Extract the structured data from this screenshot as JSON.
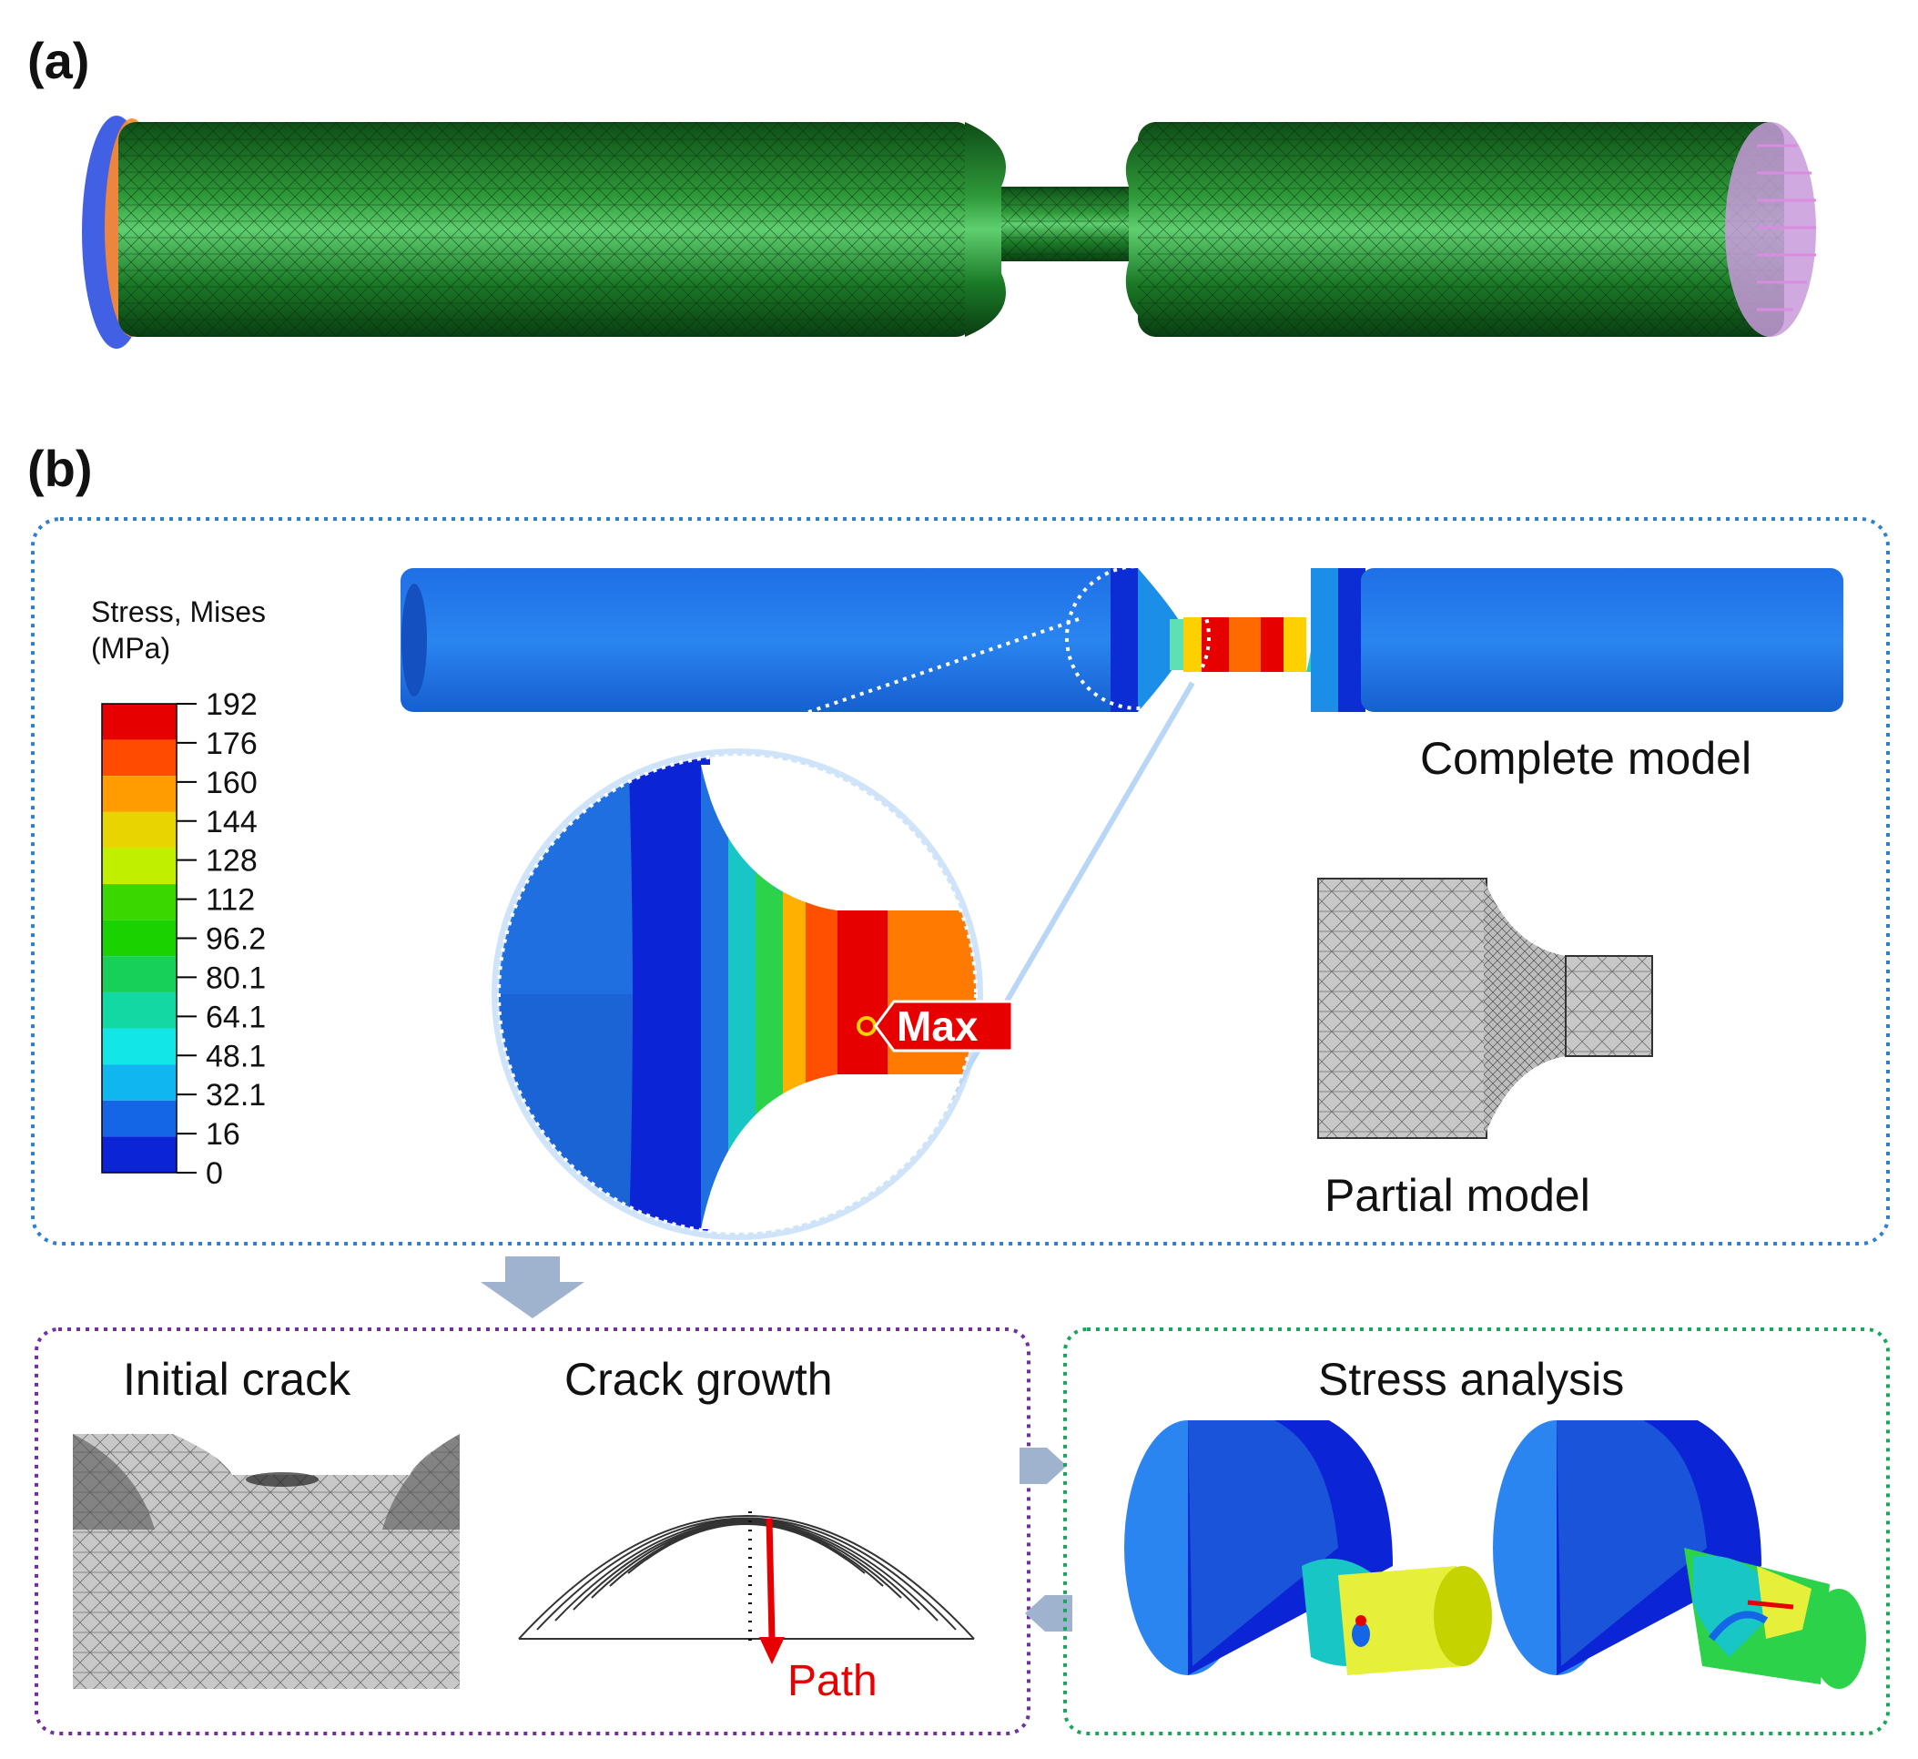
{
  "panel_a": {
    "label": "(a)"
  },
  "panel_b": {
    "label": "(b)",
    "legend": {
      "title_line1": "Stress, Mises",
      "title_line2": "(MPa)",
      "ticks": [
        "192",
        "176",
        "160",
        "144",
        "128",
        "112",
        "96.2",
        "80.1",
        "64.1",
        "48.1",
        "32.1",
        "16",
        "0"
      ],
      "colors": [
        "#e60000",
        "#ff4a00",
        "#ff9c00",
        "#e8d400",
        "#bff000",
        "#3bd700",
        "#19d200",
        "#16d05a",
        "#12d8a4",
        "#12e6e6",
        "#0fb6f0",
        "#1466e6",
        "#0b24d6"
      ]
    },
    "complete_model_label": "Complete model",
    "partial_model_label": "Partial model",
    "max_label": "Max"
  },
  "bottom": {
    "initial_crack_label": "Initial crack",
    "crack_growth_label": "Crack growth",
    "path_label": "Path",
    "stress_analysis_label": "Stress analysis"
  },
  "colors": {
    "mesh_green": "#1f7a2a",
    "body_blue": "#1f73e0",
    "frame_blue": "#2f7fd0",
    "frame_purple": "#7030a0",
    "frame_green": "#1aa65a",
    "arrow_gray": "#9fb3cf",
    "path_red": "#e60000"
  }
}
